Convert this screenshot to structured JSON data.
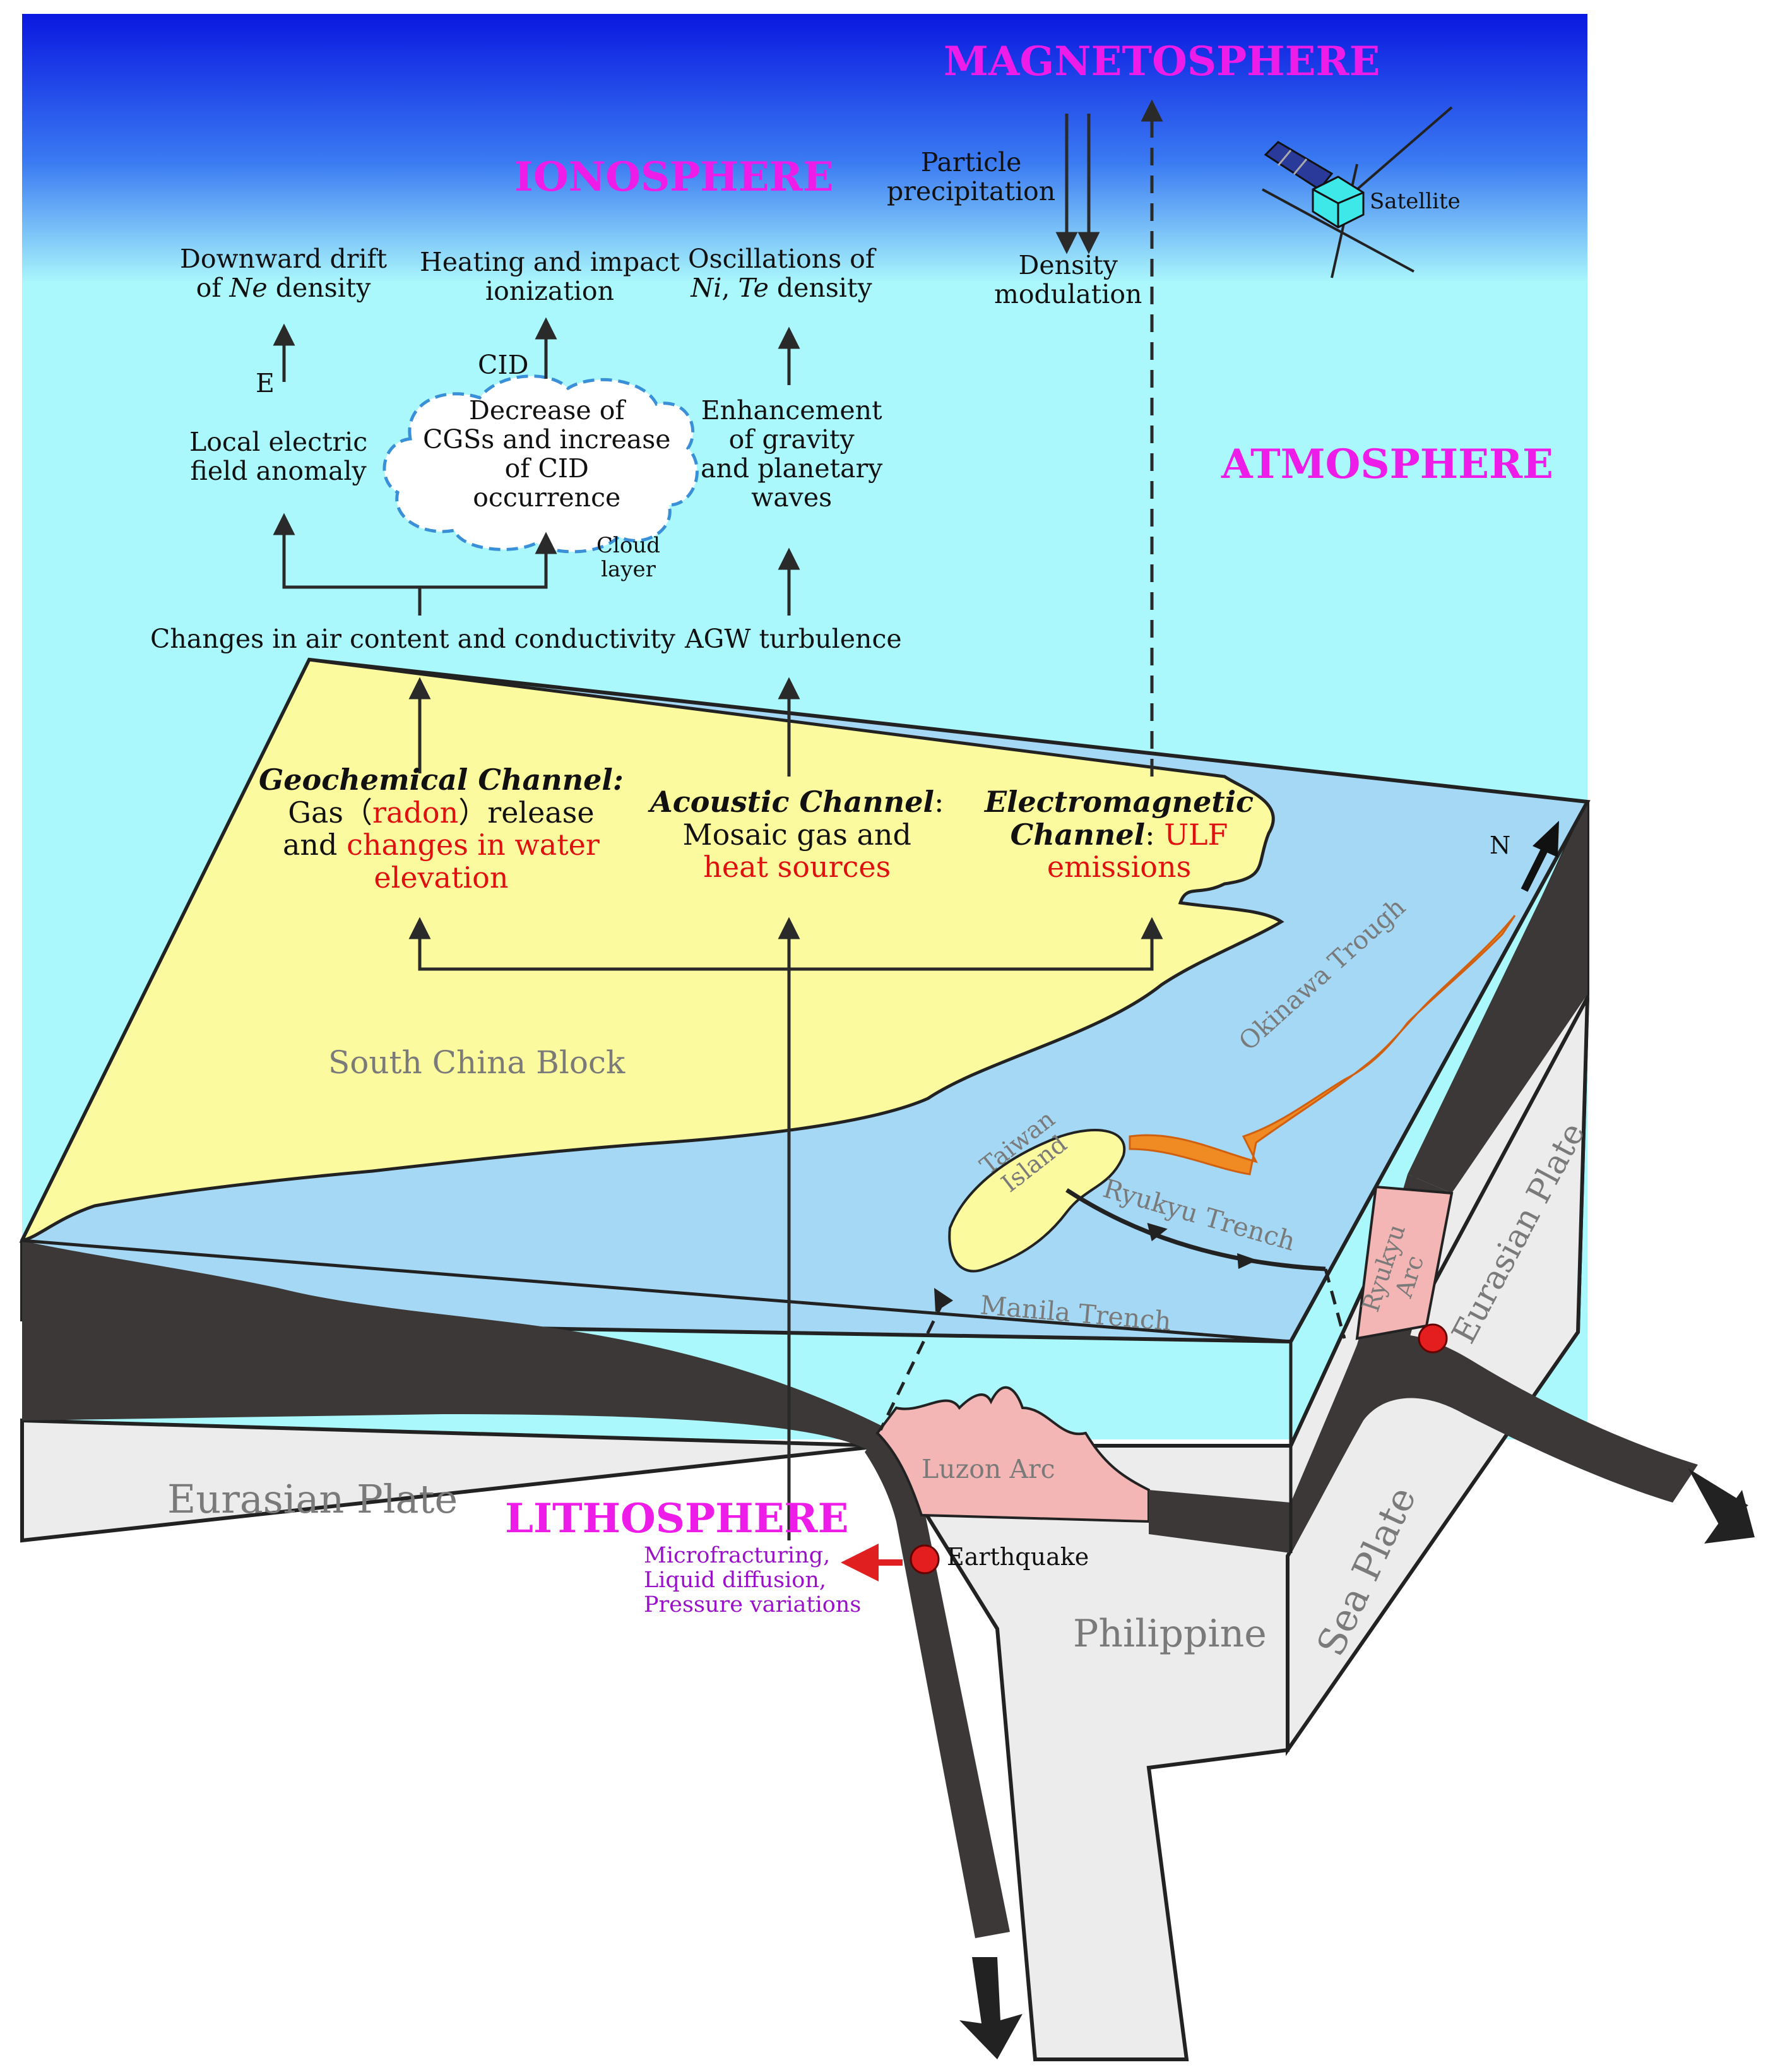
{
  "layers": {
    "magnetosphere": "MAGNETOSPHERE",
    "ionosphere": "IONOSPHERE",
    "atmosphere": "ATMOSPHERE",
    "lithosphere": "LITHOSPHERE"
  },
  "ionosphere_effects": {
    "downward_drift_line1": "Downward drift",
    "downward_drift_line2_pre": "of ",
    "downward_drift_line2_italic": "Ne",
    "downward_drift_line2_post": " density",
    "heating_line1": "Heating and impact",
    "heating_line2": "ionization",
    "oscillations_line1": "Oscillations of",
    "oscillations_line2_italic1": "Ni",
    "oscillations_line2_sep": ", ",
    "oscillations_line2_italic2": "Te",
    "oscillations_line2_post": "  density",
    "particle_line1": "Particle",
    "particle_line2": "precipitation",
    "density_line1": "Density",
    "density_line2": "modulation",
    "satellite": "Satellite"
  },
  "atmosphere_processes": {
    "e_label": "E",
    "cid_label": "CID",
    "local_field_line1": "Local  electric",
    "local_field_line2": "field anomaly",
    "cloud_line1": "Decrease of",
    "cloud_line2": "CGSs and increase",
    "cloud_line3": "of CID",
    "cloud_line4": "occurrence",
    "cloud_layer_line1": "Cloud",
    "cloud_layer_line2": "layer",
    "gravity_line1": "Enhancement",
    "gravity_line2": "of gravity",
    "gravity_line3": "and planetary",
    "gravity_line4": "waves",
    "air_content": "Changes in air content and conductivity",
    "agw": "AGW turbulence"
  },
  "channels": {
    "geochem_title": "Geochemical Channel:",
    "geochem_l2_pre": "Gas（",
    "geochem_l2_red": "radon",
    "geochem_l2_post": "）release",
    "geochem_l3_pre": "and ",
    "geochem_l3_red": "changes in water",
    "geochem_l4_red": "elevation",
    "acoustic_title": "Acoustic Channel",
    "acoustic_colon": ":",
    "acoustic_l2": "Mosaic gas and",
    "acoustic_l3_red": "heat sources",
    "em_title_l1": "Electromagnetic",
    "em_title_l2": "Channel",
    "em_l2_colon": ": ",
    "em_l2_red": "ULF",
    "em_l3_red": "emissions"
  },
  "geography": {
    "south_china_block": "South  China  Block",
    "okinawa_trough": "Okinawa  Trough",
    "taiwan_island_l1": "Taiwan",
    "taiwan_island_l2": "Island",
    "ryukyu_trench": "Ryukyu  Trench",
    "manila_trench": "Manila  Trench",
    "ryukyu_arc_l1": "Ryukyu",
    "ryukyu_arc_l2": "Arc",
    "eurasian_plate_right": "Eurasian Plate",
    "eurasian_plate_left": "Eurasian Plate",
    "luzon_arc": "Luzon Arc",
    "philippine": "Philippine",
    "sea_plate": "Sea Plate",
    "north": "N",
    "earthquake": "Earthquake"
  },
  "lithosphere_effects": {
    "line1": "Microfracturing,",
    "line2": "Liquid diffusion,",
    "line3": "Pressure variations"
  },
  "colors": {
    "magnetosphere_top": "#0a18e0",
    "atmosphere": "#aaf8fc",
    "continent": "#fcfa9e",
    "sea": "#a4d8f4",
    "trough": "#f08a22",
    "arc": "#f4b6b4",
    "slab": "#3c3838",
    "crust": "#ececec",
    "layer_label": "#ee1ce8",
    "channel_red": "#e01010",
    "litho_purple": "#9a10c8"
  }
}
